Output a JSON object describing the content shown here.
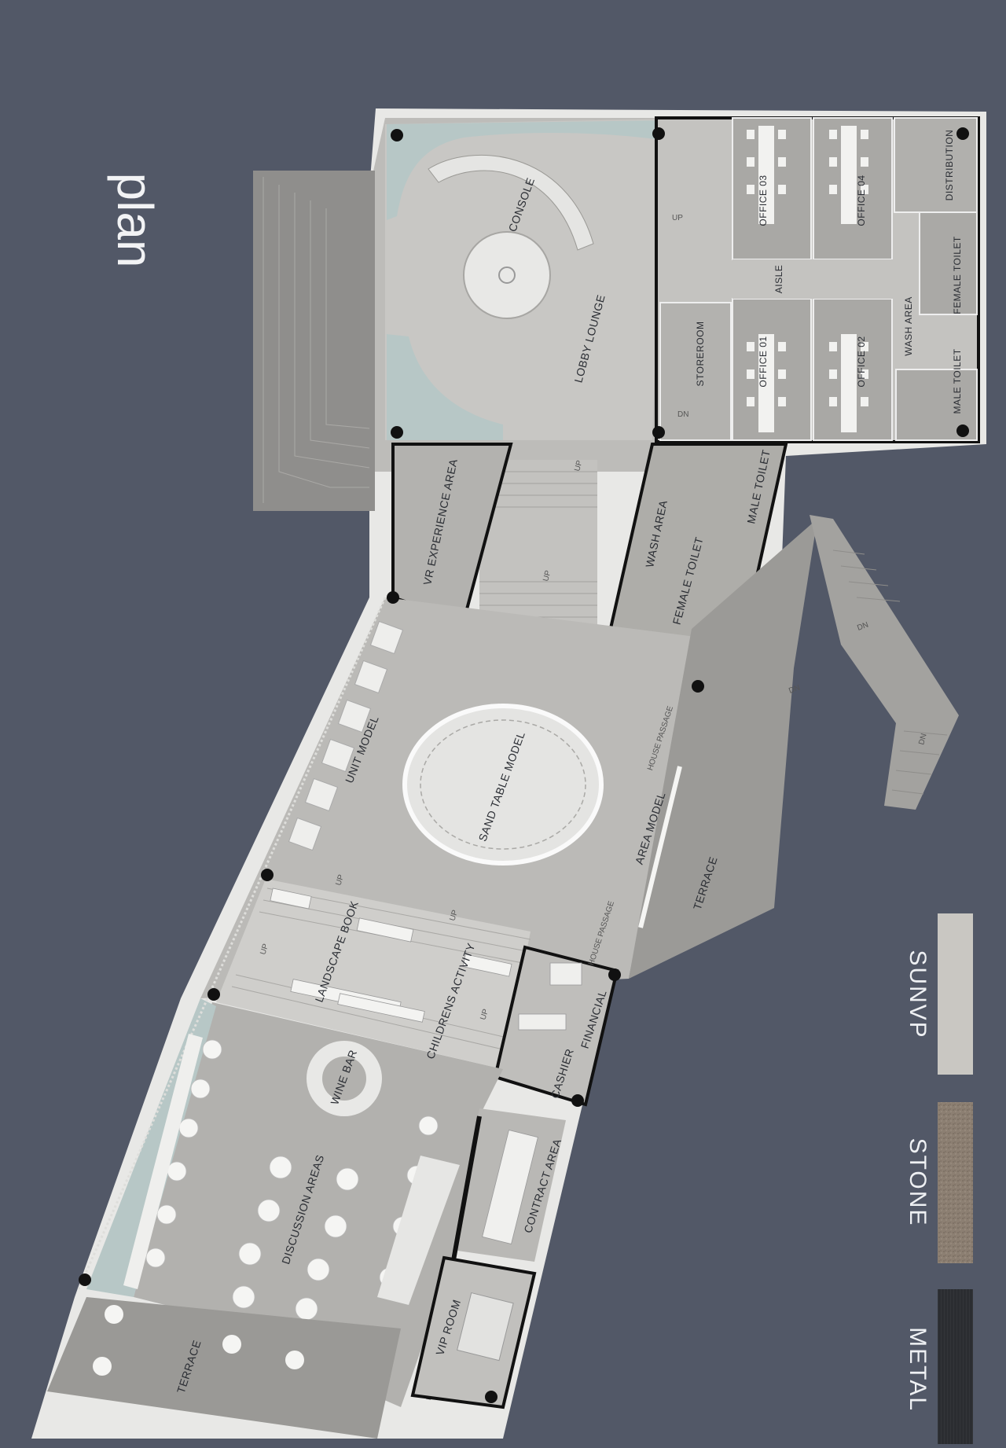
{
  "title": "plan",
  "legend": [
    {
      "label": "SUNVP",
      "color": "#c9c7c2"
    },
    {
      "label": "STONE",
      "color": "#8c7f72"
    },
    {
      "label": "METAL",
      "color": "#2b2d31"
    }
  ],
  "rooms": {
    "console": "CONSOLE",
    "lobby_lounge": "LOBBY LOUNGE",
    "office_03": "OFFICE 03",
    "office_04": "OFFICE 04",
    "office_01": "OFFICE 01",
    "office_02": "OFFICE 02",
    "distribution": "DISTRIBUTION",
    "aisle": "AISLE",
    "storeroom": "STOREROOM",
    "female_toilet_1": "FEMALE TOILET",
    "wash_area_1": "WASH AREA",
    "male_toilet_1": "MALE TOILET",
    "vr_experience": "VR EXPERIENCE AREA",
    "wash_area_2": "WASH AREA",
    "male_toilet_2": "MALE TOILET",
    "female_toilet_2": "FEMALE TOILET",
    "unit_model": "UNIT MODEL",
    "sand_table": "SAND TABLE MODEL",
    "house_passage_1": "HOUSE PASSAGE",
    "area_model": "AREA MODEL",
    "terrace_right": "TERRACE",
    "house_passage_2": "HOUSE PASSAGE",
    "landscape_book": "LANDSCAPE BOOK",
    "childrens_activity": "CHILDRENS ACTIVITY",
    "financial": "FINANCIAL",
    "cashier": "CASHIER",
    "wine_bar": "WINE BAR",
    "contract_area": "CONTRACT AREA",
    "discussion_areas": "DISCUSSION AREAS",
    "vip_room": "VIP ROOM",
    "terrace_bottom": "TERRACE"
  },
  "stairs": {
    "up": "UP",
    "dn": "DN"
  }
}
